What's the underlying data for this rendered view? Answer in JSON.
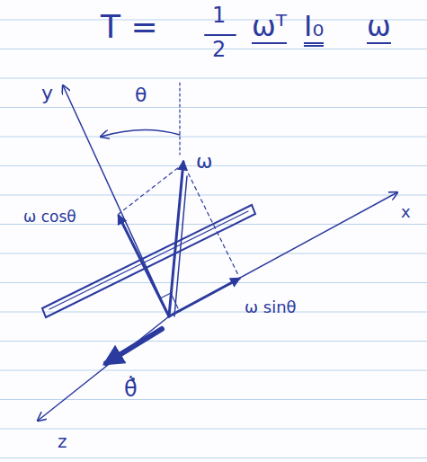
{
  "diagram": {
    "labels": [
      "T =",
      "1",
      "2",
      "ωᵀ",
      "I₀",
      "ω",
      "θ",
      "y",
      "ω",
      "ω cosθ",
      "x",
      "ω sinθ",
      "θ̇",
      "z"
    ]
  }
}
